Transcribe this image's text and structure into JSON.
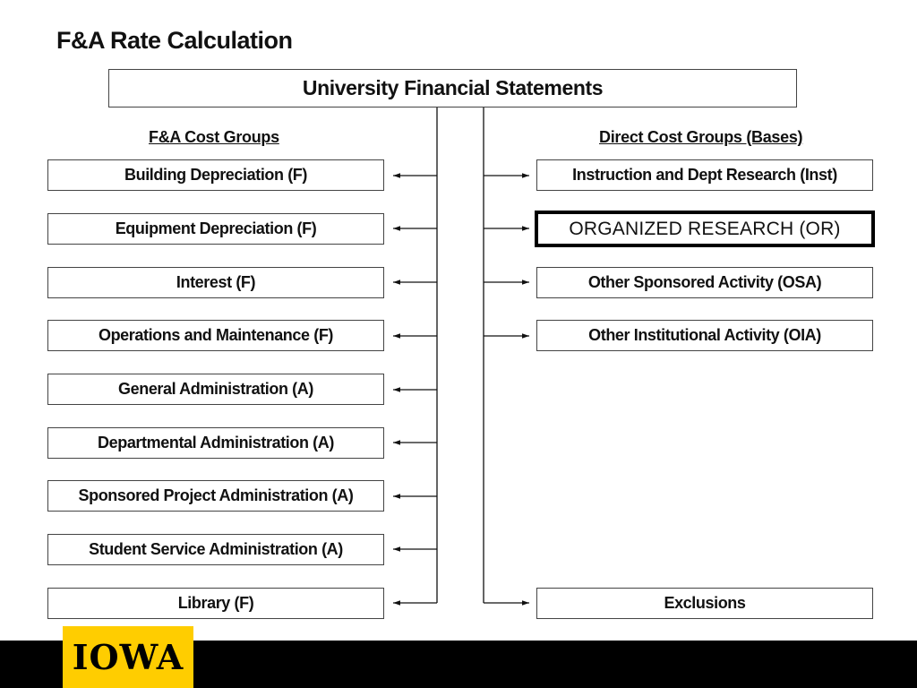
{
  "page": {
    "title": "F&A Rate Calculation"
  },
  "diagram": {
    "root": "University Financial Statements",
    "left_heading": "F&A Cost Groups",
    "right_heading": "Direct Cost Groups (Bases)",
    "left_items": [
      "Building Depreciation (F)",
      "Equipment Depreciation (F)",
      "Interest (F)",
      "Operations and Maintenance (F)",
      "General Administration (A)",
      "Departmental Administration (A)",
      "Sponsored Project Administration (A)",
      "Student Service Administration (A)",
      "Library (F)"
    ],
    "right_items": [
      "Instruction and Dept Research (Inst)",
      "ORGANIZED RESEARCH (OR)",
      "Other Sponsored Activity (OSA)",
      "Other Institutional Activity (OIA)",
      "Exclusions"
    ],
    "highlighted_right_item": "ORGANIZED RESEARCH (OR)"
  },
  "footer": {
    "logo_text": "IOWA",
    "logo_color": "#ffcd00",
    "bar_color": "#000000"
  }
}
